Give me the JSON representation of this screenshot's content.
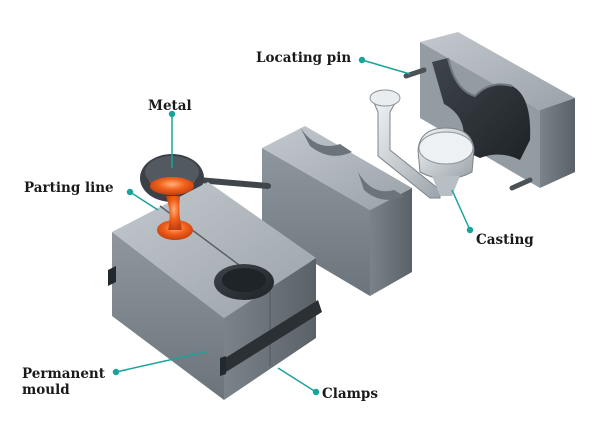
{
  "labels": {
    "locating_pin": "Locating pin",
    "metal": "Metal",
    "parting_line": "Parting line",
    "casting": "Casting",
    "permanent_mould_line1": "Permanent",
    "permanent_mould_line2": "mould",
    "clamps": "Clamps"
  },
  "colors": {
    "leader": "#1aa39b",
    "metal_hot": "#f2601c",
    "steel_light": "#aab2b9",
    "steel_dark": "#5f676e",
    "text": "#1a1a1a"
  }
}
